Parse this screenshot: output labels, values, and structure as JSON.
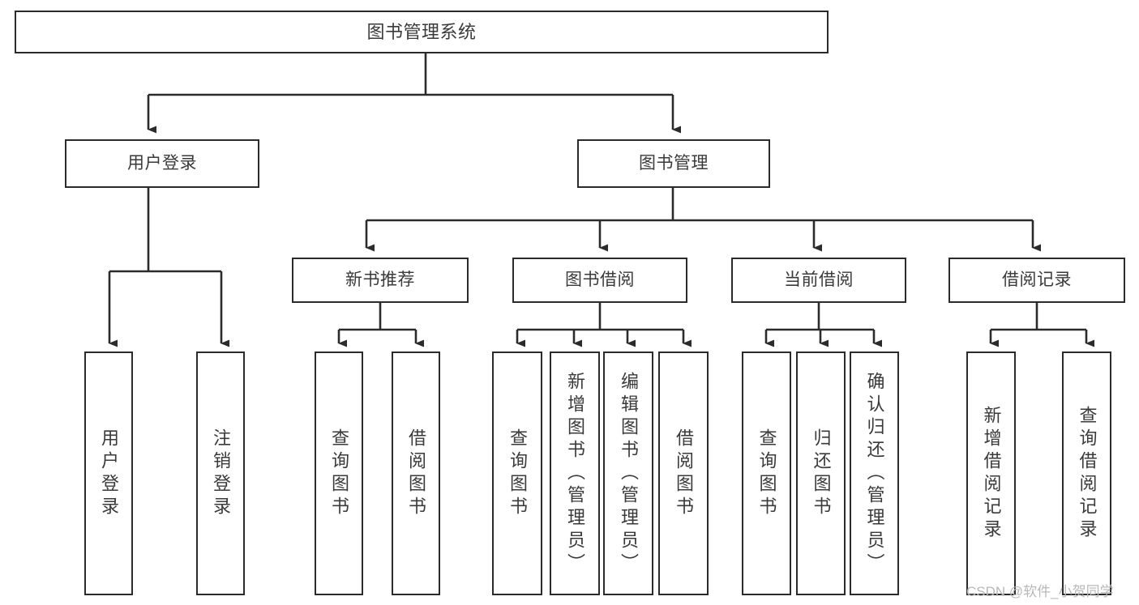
{
  "diagram": {
    "title": "图书管理系统",
    "type": "hierarchy-tree",
    "colors": {
      "box_border": "#2b2b2b",
      "box_fill": "#ffffff",
      "connector": "#2b2b2b",
      "text": "#3a3a3a",
      "watermark": "#b8b8b8",
      "background": "#ffffff"
    },
    "nodes": {
      "root": {
        "label": "图书管理系统"
      },
      "level2": [
        {
          "label": "用户登录"
        },
        {
          "label": "图书管理"
        }
      ],
      "level3": [
        {
          "label": "新书推荐"
        },
        {
          "label": "图书借阅"
        },
        {
          "label": "当前借阅"
        },
        {
          "label": "借阅记录"
        }
      ],
      "leaves": {
        "user_login": [
          {
            "label": "用户登录"
          },
          {
            "label": "注销登录"
          }
        ],
        "new_book_recommend": [
          {
            "label": "查询图书"
          },
          {
            "label": "借阅图书"
          }
        ],
        "book_borrow": [
          {
            "label": "查询图书"
          },
          {
            "label": "新增图书（管理员）"
          },
          {
            "label": "编辑图书（管理员）"
          },
          {
            "label": "借阅图书"
          }
        ],
        "current_borrow": [
          {
            "label": "查询图书"
          },
          {
            "label": "归还图书"
          },
          {
            "label": "确认归还（管理员）"
          }
        ],
        "borrow_record": [
          {
            "label": "新增借阅记录"
          },
          {
            "label": "查询借阅记录"
          }
        ]
      }
    },
    "watermark": "CSDN @软件_小贺同学"
  }
}
